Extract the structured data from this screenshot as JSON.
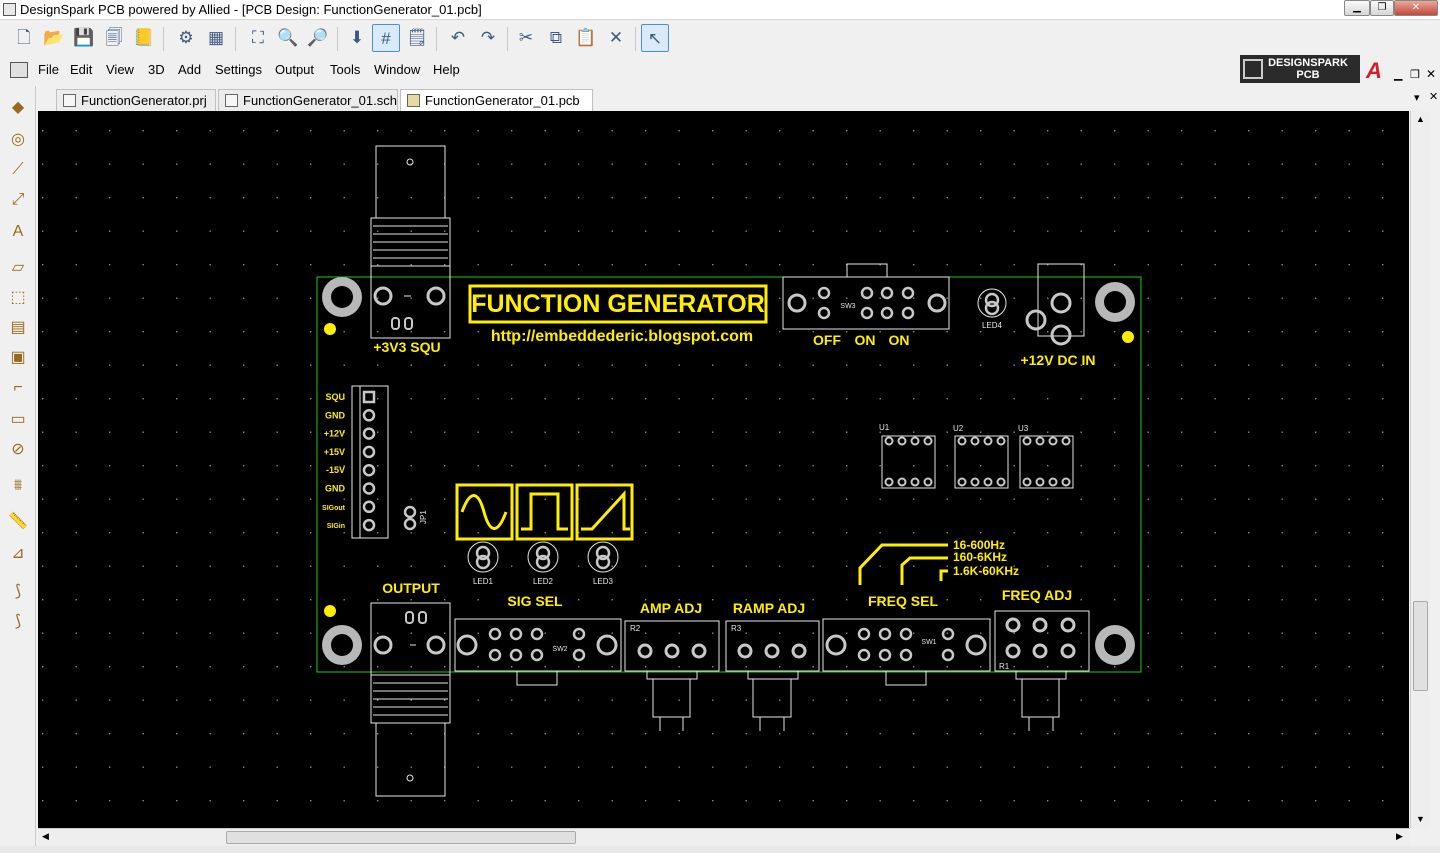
{
  "window": {
    "title": "DesignSpark PCB powered by Allied - [PCB Design: FunctionGenerator_01.pcb]"
  },
  "menu": [
    "File",
    "Edit",
    "View",
    "3D",
    "Add",
    "Settings",
    "Output",
    "Tools",
    "Window",
    "Help"
  ],
  "logo": {
    "line1": "DESIGNSPARK",
    "line2": "PCB"
  },
  "tabs": [
    {
      "label": "FunctionGenerator.prj"
    },
    {
      "label": "FunctionGenerator_01.sch"
    },
    {
      "label": "FunctionGenerator_01.pcb",
      "active": true
    }
  ],
  "pcb": {
    "title": "FUNCTION GENERATOR",
    "url": "http://embeddederic.blogspot.com",
    "labels": {
      "v33_squ": "+3V3 SQU",
      "output": "OUTPUT",
      "sig_sel": "SIG SEL",
      "amp_adj": "AMP ADJ",
      "ramp_adj": "RAMP ADJ",
      "freq_sel": "FREQ SEL",
      "freq_adj": "FREQ ADJ",
      "dc_in": "+12V DC IN",
      "off": "OFF",
      "on1": "ON",
      "on2": "ON",
      "f1": "16-600Hz",
      "f2": "160-6KHz",
      "f3": "1.6K-60KHz"
    },
    "designators": {
      "sw3": "SW3",
      "sw2": "SW2",
      "sw1": "SW1",
      "led1": "LED1",
      "led2": "LED2",
      "led3": "LED3",
      "led4": "LED4",
      "u1": "U1",
      "u2": "U2",
      "u3": "U3",
      "r1": "R1",
      "r2": "R2",
      "r3": "R3",
      "jp1": "JP1"
    },
    "header_pins": [
      "SQU",
      "GND",
      "+12V",
      "+15V",
      "-15V",
      "GND",
      "SIGout",
      "SIGin"
    ]
  }
}
